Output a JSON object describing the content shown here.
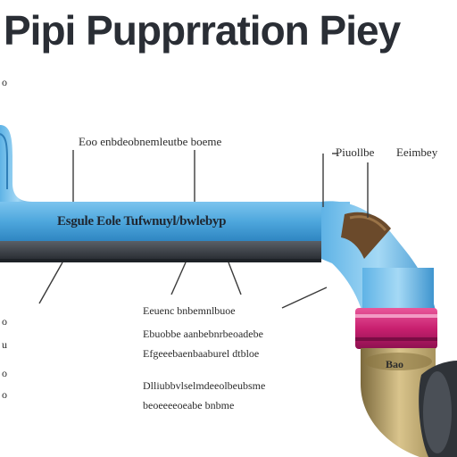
{
  "title": "Pipi Pupprration Piey",
  "band_label": "Esgule Eole Tufwnuyl/bwlebyp",
  "labels": {
    "left_top": "o",
    "top_callout": "Eoo enbdeobnemleutbe boeme",
    "right_callout_1": "Piuollbe",
    "right_callout_2": "Eeimbey",
    "mid_callout": "Eeuenc bnbemnlbuoe",
    "mid_line_1": "Ebuobbe aanbebnrbeoadebe",
    "mid_line_2": "Efgeeebaenbaaburel dtbloe",
    "bottom_line_1": "Dlliubbvlselmdeeolbeubsme",
    "bottom_line_2": "beoeeeeoeabe bnbme",
    "elbow_label": "Bao",
    "left_1": "o",
    "left_2": "u",
    "left_3": "o",
    "left_4": "o"
  },
  "colors": {
    "pipe_blue": "#4ea7dd",
    "pipe_dark": "#3b3f46",
    "coupling_pink": "#c8206f",
    "fitting_brass": "#b29a63",
    "fitting_brown": "#6b4a2b"
  }
}
